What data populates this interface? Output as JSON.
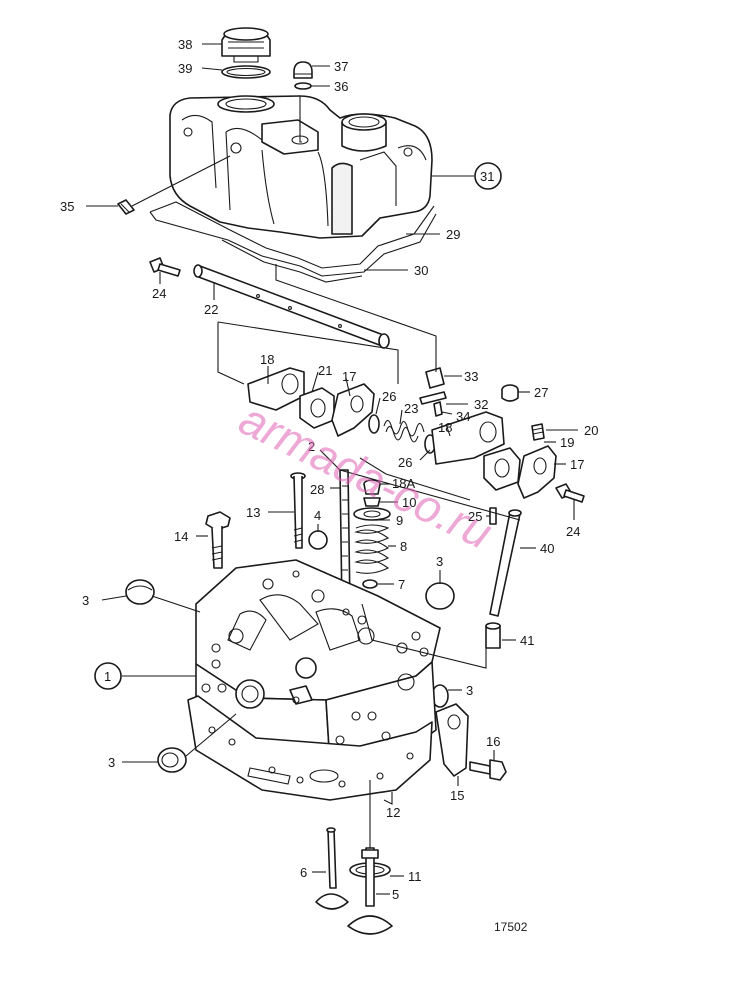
{
  "diagram": {
    "watermark": "armada-co.ru",
    "drawing_number": "17502",
    "callouts": [
      {
        "id": "c38",
        "label": "38"
      },
      {
        "id": "c39",
        "label": "39"
      },
      {
        "id": "c37",
        "label": "37"
      },
      {
        "id": "c36",
        "label": "36"
      },
      {
        "id": "c31",
        "label": "31",
        "circled": true
      },
      {
        "id": "c35",
        "label": "35"
      },
      {
        "id": "c29",
        "label": "29"
      },
      {
        "id": "c30",
        "label": "30"
      },
      {
        "id": "c24a",
        "label": "24"
      },
      {
        "id": "c22",
        "label": "22"
      },
      {
        "id": "c33",
        "label": "33"
      },
      {
        "id": "c32",
        "label": "32"
      },
      {
        "id": "c34",
        "label": "34"
      },
      {
        "id": "c27",
        "label": "27"
      },
      {
        "id": "c18a",
        "label": "18"
      },
      {
        "id": "c21",
        "label": "21"
      },
      {
        "id": "c17a",
        "label": "17"
      },
      {
        "id": "c26a",
        "label": "26"
      },
      {
        "id": "c23",
        "label": "23"
      },
      {
        "id": "c18b",
        "label": "18"
      },
      {
        "id": "c20",
        "label": "20"
      },
      {
        "id": "c19",
        "label": "19"
      },
      {
        "id": "c26b",
        "label": "26"
      },
      {
        "id": "c17b",
        "label": "17"
      },
      {
        "id": "c2",
        "label": "2"
      },
      {
        "id": "c28",
        "label": "28"
      },
      {
        "id": "c18A",
        "label": "18A"
      },
      {
        "id": "c10",
        "label": "10"
      },
      {
        "id": "c9",
        "label": "9"
      },
      {
        "id": "c8",
        "label": "8"
      },
      {
        "id": "c7",
        "label": "7"
      },
      {
        "id": "c13",
        "label": "13"
      },
      {
        "id": "c4",
        "label": "4"
      },
      {
        "id": "c14",
        "label": "14"
      },
      {
        "id": "c25",
        "label": "25"
      },
      {
        "id": "c24b",
        "label": "24"
      },
      {
        "id": "c40",
        "label": "40"
      },
      {
        "id": "c3a",
        "label": "3"
      },
      {
        "id": "c3b",
        "label": "3"
      },
      {
        "id": "c41",
        "label": "41"
      },
      {
        "id": "c1",
        "label": "1",
        "circled": true
      },
      {
        "id": "c3c",
        "label": "3"
      },
      {
        "id": "c3d",
        "label": "3"
      },
      {
        "id": "c16",
        "label": "16"
      },
      {
        "id": "c15",
        "label": "15"
      },
      {
        "id": "c12",
        "label": "12"
      },
      {
        "id": "c6",
        "label": "6"
      },
      {
        "id": "c11",
        "label": "11"
      },
      {
        "id": "c5",
        "label": "5"
      }
    ]
  }
}
